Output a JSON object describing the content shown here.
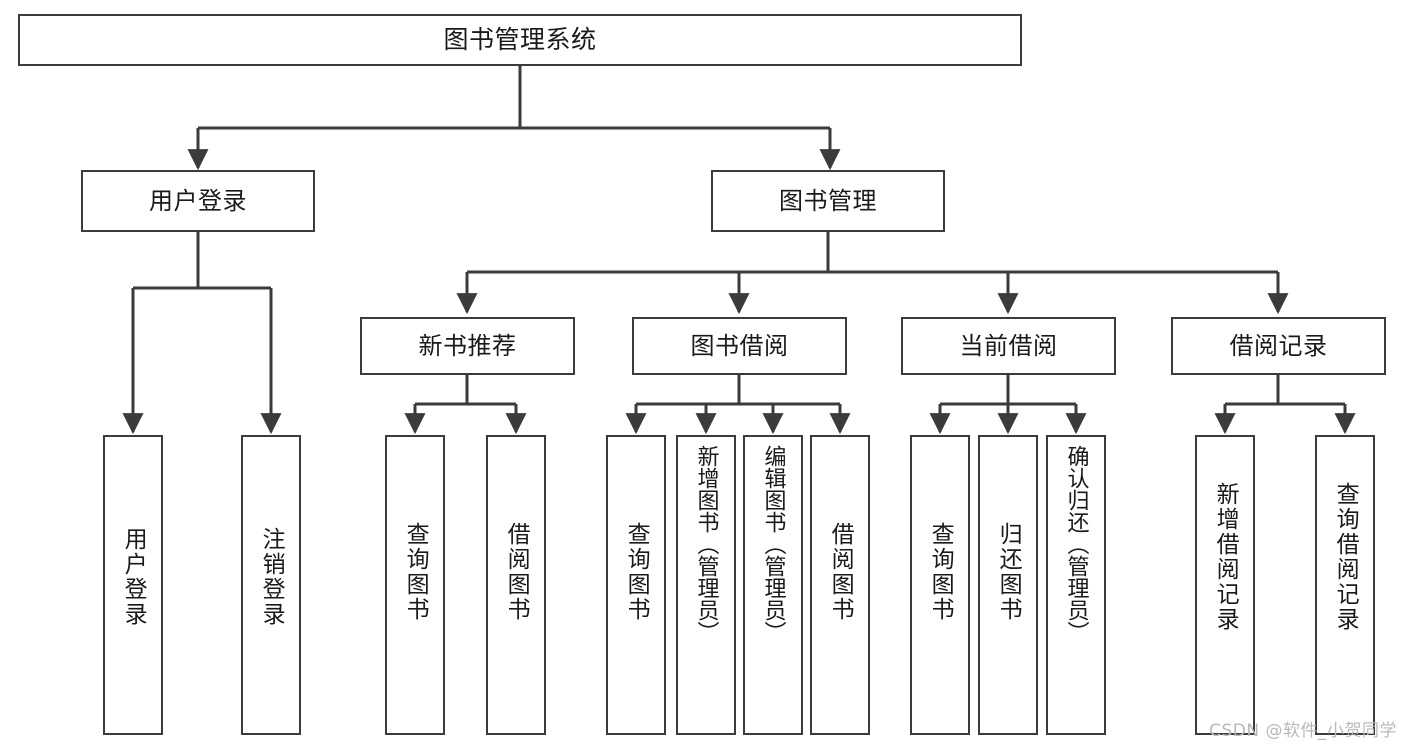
{
  "diagram": {
    "type": "tree",
    "title": "图书管理系统",
    "orientation": "top-down",
    "colors": {
      "stroke": "#3b3b3b",
      "fill": "#ffffff",
      "text": "#1a1a1a",
      "watermark": "#b9b9b9"
    }
  },
  "watermark": {
    "text": "CSDN @软件_小贺同学"
  },
  "nodes": {
    "root": {
      "label": "图书管理系统"
    },
    "level2": [
      {
        "id": "user-login",
        "label": "用户登录"
      },
      {
        "id": "book-manage",
        "label": "图书管理"
      }
    ],
    "level3": [
      {
        "id": "new-book-recommend",
        "label": "新书推荐"
      },
      {
        "id": "book-borrow",
        "label": "图书借阅"
      },
      {
        "id": "current-borrow",
        "label": "当前借阅"
      },
      {
        "id": "borrow-record",
        "label": "借阅记录"
      }
    ],
    "leaves": [
      {
        "id": "leaf-user-login",
        "label": "用户登录",
        "parent": "user-login"
      },
      {
        "id": "leaf-logout-login",
        "label": "注销登录",
        "parent": "user-login"
      },
      {
        "id": "leaf-query-book-1",
        "label": "查询图书",
        "parent": "new-book-recommend"
      },
      {
        "id": "leaf-borrow-book-1",
        "label": "借阅图书",
        "parent": "new-book-recommend"
      },
      {
        "id": "leaf-query-book-2",
        "label": "查询图书",
        "parent": "book-borrow"
      },
      {
        "id": "leaf-add-book",
        "label": "新增图书（管理员）",
        "parent": "book-borrow"
      },
      {
        "id": "leaf-edit-book",
        "label": "编辑图书（管理员）",
        "parent": "book-borrow"
      },
      {
        "id": "leaf-borrow-book-2",
        "label": "借阅图书",
        "parent": "book-borrow"
      },
      {
        "id": "leaf-query-book-3",
        "label": "查询图书",
        "parent": "current-borrow"
      },
      {
        "id": "leaf-return-book",
        "label": "归还图书",
        "parent": "current-borrow"
      },
      {
        "id": "leaf-confirm-return",
        "label": "确认归还（管理员）",
        "parent": "current-borrow"
      },
      {
        "id": "leaf-add-record",
        "label": "新增借阅记录",
        "parent": "borrow-record"
      },
      {
        "id": "leaf-query-record",
        "label": "查询借阅记录",
        "parent": "borrow-record"
      }
    ]
  }
}
